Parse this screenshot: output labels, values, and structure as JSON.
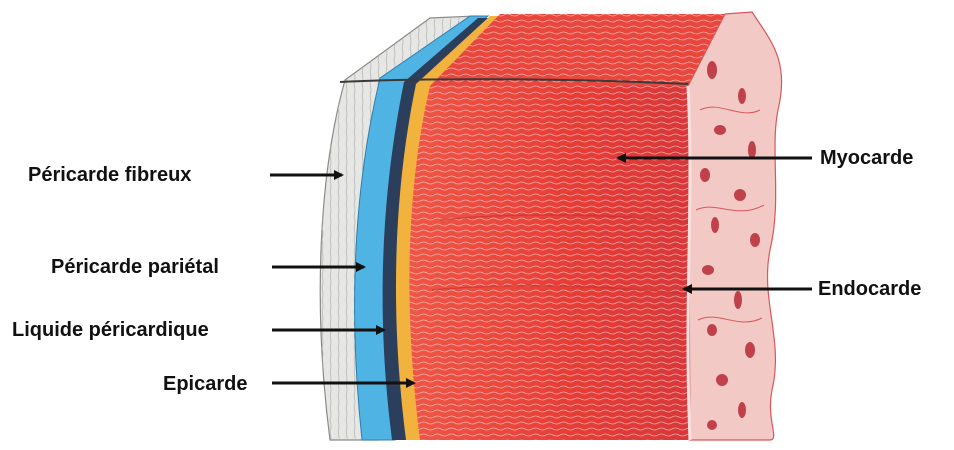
{
  "labels": {
    "pericarde_fibreux": "Péricarde fibreux",
    "pericarde_parietal": "Péricarde pariétal",
    "liquide_pericardique": "Liquide péricardique",
    "epicarde": "Epicarde",
    "myocarde": "Myocarde",
    "endocarde": "Endocarde"
  },
  "colors": {
    "fibrous": "#e8e8e6",
    "parietal": "#4fb3e3",
    "fluid": "#2a3e5c",
    "epicardium": "#f0b040",
    "myocardium": "#e6413a",
    "endocardium": "#f2c7c4",
    "arrow": "#111111"
  }
}
